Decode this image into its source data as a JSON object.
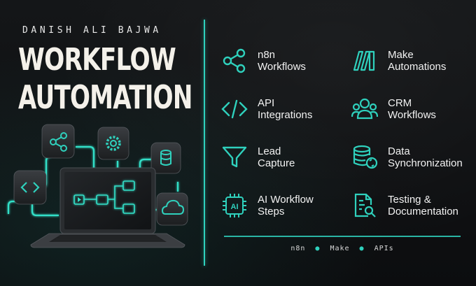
{
  "left": {
    "author": "DANISH ALI BAJWA",
    "title_line1": "WORKFLOW",
    "title_line2": "AUTOMATION"
  },
  "accent_color": "#2fd1bd",
  "services": [
    {
      "line1": "n8n",
      "line2": "Workflows",
      "icon": "share-nodes-icon"
    },
    {
      "line1": "Make",
      "line2": "Automations",
      "icon": "books-icon"
    },
    {
      "line1": "API",
      "line2": "Integrations",
      "icon": "code-icon"
    },
    {
      "line1": "CRM",
      "line2": "Workflows",
      "icon": "users-icon"
    },
    {
      "line1": "Lead",
      "line2": "Capture",
      "icon": "funnel-icon"
    },
    {
      "line1": "Data",
      "line2": "Synchronization",
      "icon": "database-sync-icon"
    },
    {
      "line1": "AI Workflow",
      "line2": "Steps",
      "icon": "ai-chip-icon"
    },
    {
      "line1": "Testing &",
      "line2": "Documentation",
      "icon": "document-search-icon"
    }
  ],
  "footer": {
    "item1": "n8n",
    "item2": "Make",
    "item3": "APIs"
  }
}
